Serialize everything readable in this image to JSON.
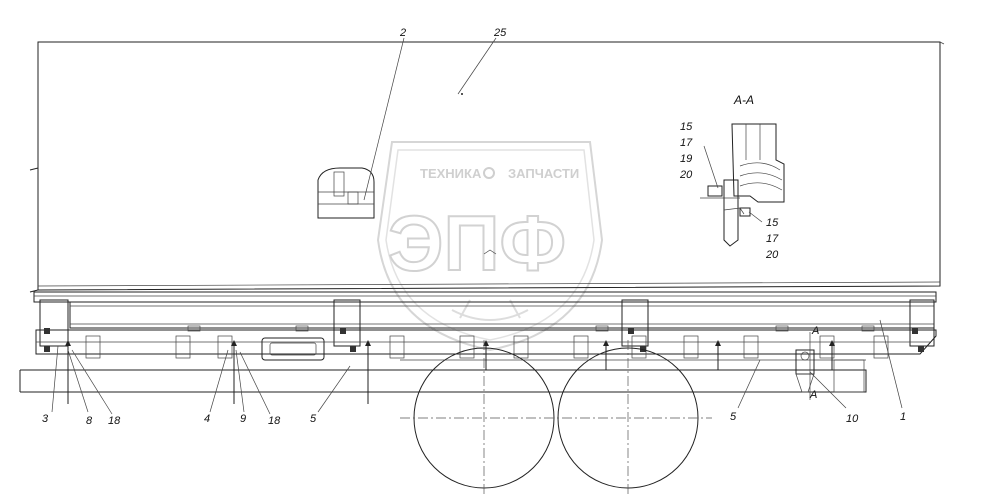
{
  "section_label": "А-А",
  "watermark": {
    "top_text": "ТЕХНИКА",
    "top_text2": "ЗАПЧАСТИ",
    "big_text": "ЭПФ"
  },
  "callouts": {
    "c2": "2",
    "c25": "25",
    "c3": "3",
    "c8": "8",
    "c18a": "18",
    "c4": "4",
    "c9": "9",
    "c18b": "18",
    "c5a": "5",
    "c5b": "5",
    "c10": "10",
    "c1": "1"
  },
  "section_callouts": {
    "upper": [
      "15",
      "17",
      "19",
      "20"
    ],
    "lower": [
      "15",
      "17",
      "20"
    ]
  },
  "section_marks": {
    "a_top": "А",
    "a_bottom": "А"
  }
}
